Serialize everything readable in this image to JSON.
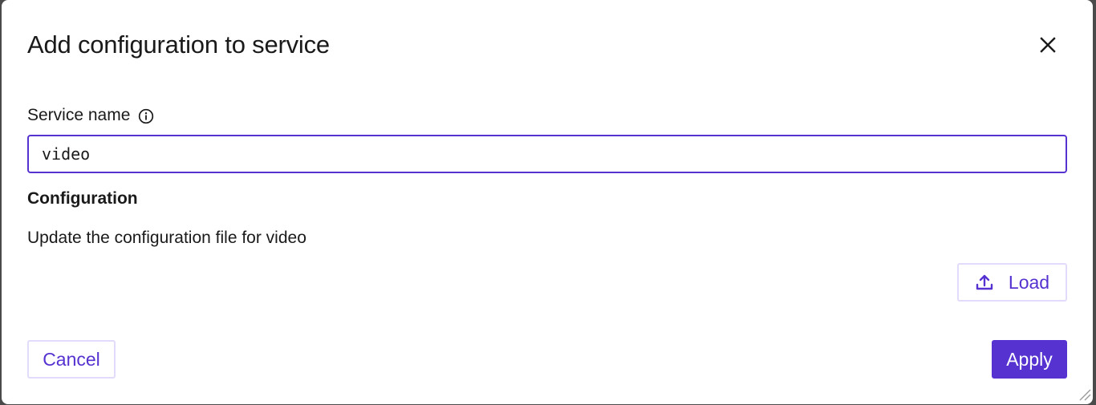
{
  "dialog": {
    "title": "Add configuration to service",
    "close_icon": "close-icon"
  },
  "service_name": {
    "label": "Service name",
    "info_icon": "info-icon",
    "value": "video",
    "placeholder": ""
  },
  "configuration": {
    "title": "Configuration",
    "description": "Update the configuration file for video",
    "load_label": "Load",
    "load_icon": "upload-icon"
  },
  "footer": {
    "cancel_label": "Cancel",
    "apply_label": "Apply"
  },
  "colors": {
    "accent": "#5633d1",
    "outline_border": "#e3dbfb",
    "text": "#1a1a1a",
    "backdrop": "#4a4a4a"
  }
}
